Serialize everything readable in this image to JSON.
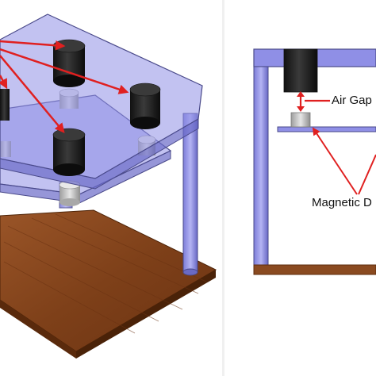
{
  "labels": {
    "air_gap": "Air Gap",
    "magnetic": "Magnetic D"
  },
  "colors": {
    "acrylic_fill": "#8f8fe6",
    "acrylic_edge": "#4a4a8a",
    "magnet": "#1e1e1e",
    "magnet_top": "#3a3a3a",
    "steel": "#c8c8c8",
    "wood": "#8a4a20",
    "wood_dark": "#5e2c0e",
    "arrow": "#e02020"
  },
  "icons": {
    "arrows": "red-pointer-arrows",
    "air_gap_arrow": "double-headed-arrow"
  }
}
